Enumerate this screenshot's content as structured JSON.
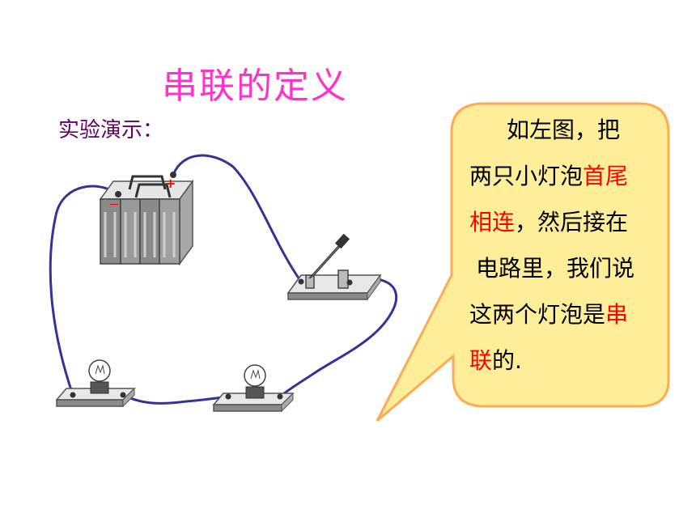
{
  "title": "串联的定义",
  "subtitle": "实验演示：",
  "bubble": {
    "lines": [
      [
        {
          "t": "如左图，把",
          "hl": false
        }
      ],
      [
        {
          "t": "两只小灯泡",
          "hl": false
        },
        {
          "t": "首尾",
          "hl": true
        }
      ],
      [
        {
          "t": "相连",
          "hl": true
        },
        {
          "t": "，然后接在",
          "hl": false
        }
      ],
      [
        {
          "t": "电路里，我们说",
          "hl": false
        }
      ],
      [
        {
          "t": "这两个灯泡是",
          "hl": false
        },
        {
          "t": "串",
          "hl": true
        }
      ],
      [
        {
          "t": "联",
          "hl": true
        },
        {
          "t": "的.",
          "hl": false
        }
      ]
    ]
  },
  "battery": {
    "minus_label": "－",
    "plus_label": "+"
  },
  "colors": {
    "title": "#ff33cc",
    "subtitle": "#660066",
    "highlight": "#ff0000",
    "bubble_fill": "#ffee99",
    "bubble_border": "#ffaa55",
    "wire": "#333399"
  }
}
